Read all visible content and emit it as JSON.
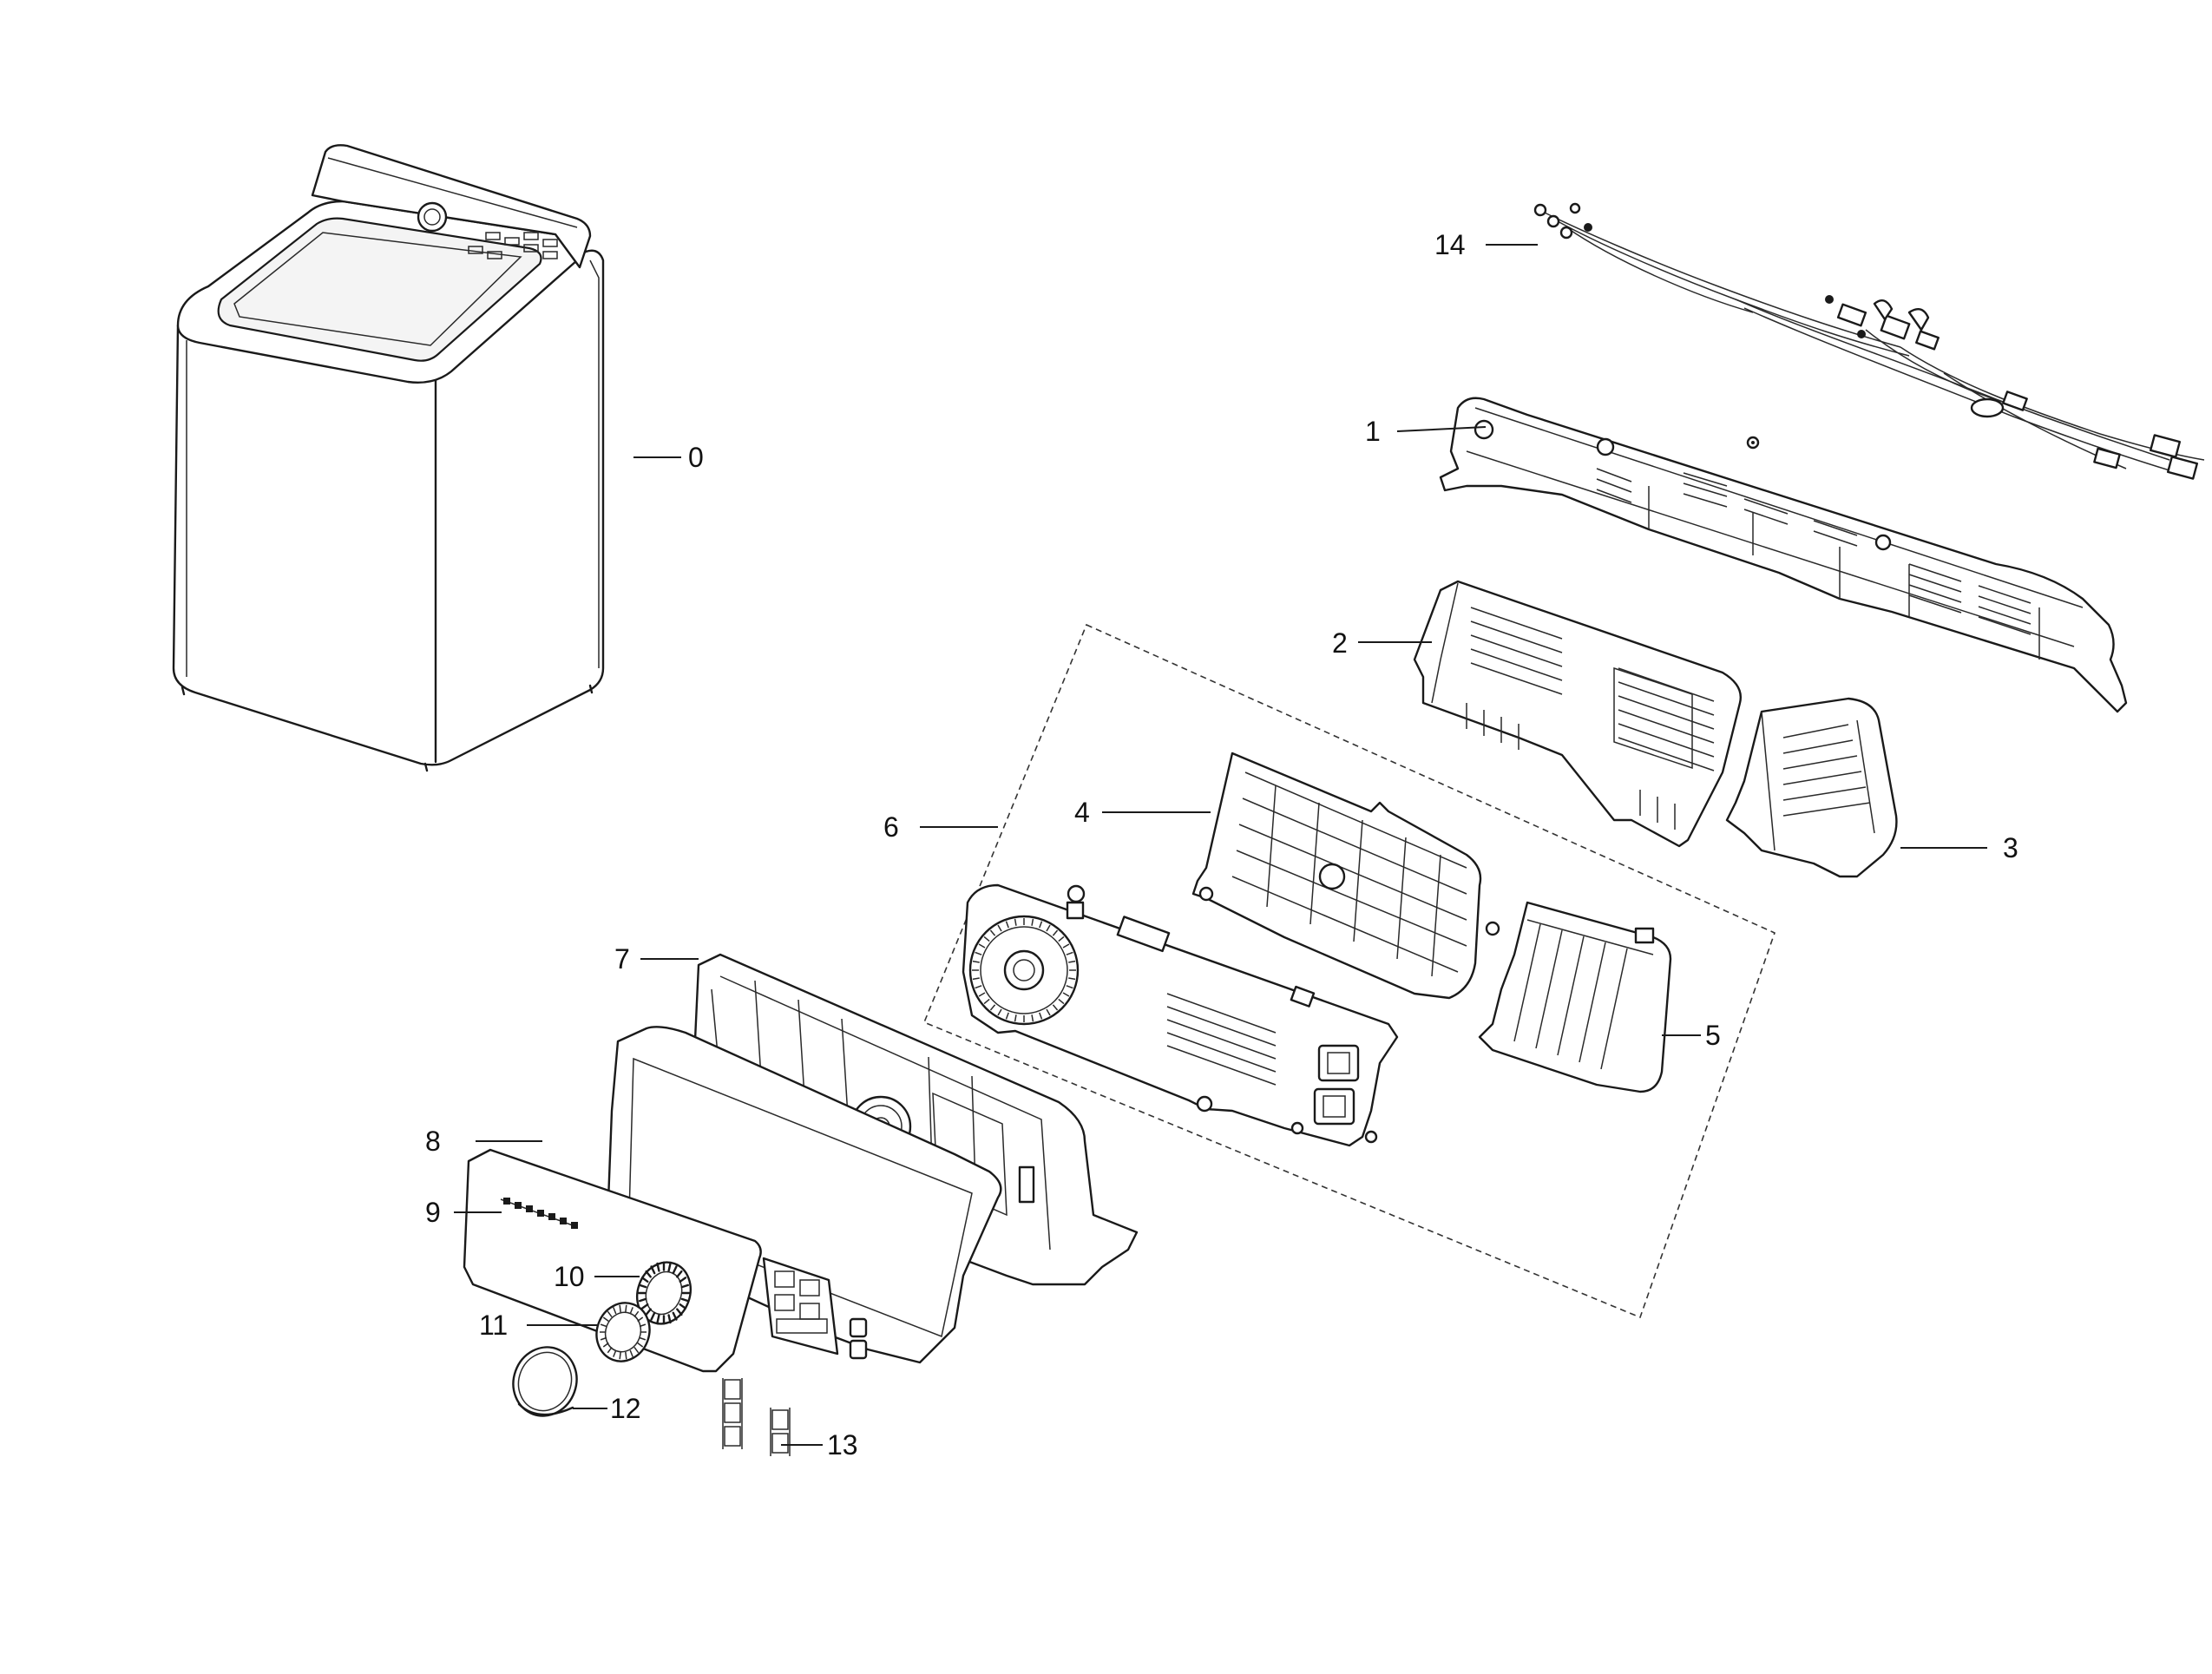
{
  "callouts": [
    {
      "id": "0",
      "label": "0"
    },
    {
      "id": "1",
      "label": "1"
    },
    {
      "id": "2",
      "label": "2"
    },
    {
      "id": "3",
      "label": "3"
    },
    {
      "id": "4",
      "label": "4"
    },
    {
      "id": "5",
      "label": "5"
    },
    {
      "id": "6",
      "label": "6"
    },
    {
      "id": "7",
      "label": "7"
    },
    {
      "id": "8",
      "label": "8"
    },
    {
      "id": "9",
      "label": "9"
    },
    {
      "id": "10",
      "label": "10"
    },
    {
      "id": "11",
      "label": "11"
    },
    {
      "id": "12",
      "label": "12"
    },
    {
      "id": "13",
      "label": "13"
    },
    {
      "id": "14",
      "label": "14"
    }
  ],
  "parts": [
    {
      "callout": "0",
      "icon": "washer-cabinet-icon"
    },
    {
      "callout": "1",
      "icon": "control-panel-frame-icon"
    },
    {
      "callout": "2",
      "icon": "rear-cover-icon"
    },
    {
      "callout": "3",
      "icon": "side-cover-icon"
    },
    {
      "callout": "4",
      "icon": "pcb-cover-icon"
    },
    {
      "callout": "5",
      "icon": "sub-pcb-cover-icon"
    },
    {
      "callout": "6",
      "icon": "main-pcb-assembly-icon"
    },
    {
      "callout": "7",
      "icon": "panel-bracket-icon"
    },
    {
      "callout": "8",
      "icon": "control-panel-icon"
    },
    {
      "callout": "9",
      "icon": "badge-icon"
    },
    {
      "callout": "10",
      "icon": "knob-ring-icon"
    },
    {
      "callout": "11",
      "icon": "knob-base-icon"
    },
    {
      "callout": "12",
      "icon": "knob-cap-icon"
    },
    {
      "callout": "13",
      "icon": "button-keys-icon"
    },
    {
      "callout": "14",
      "icon": "wire-harness-icon"
    }
  ]
}
